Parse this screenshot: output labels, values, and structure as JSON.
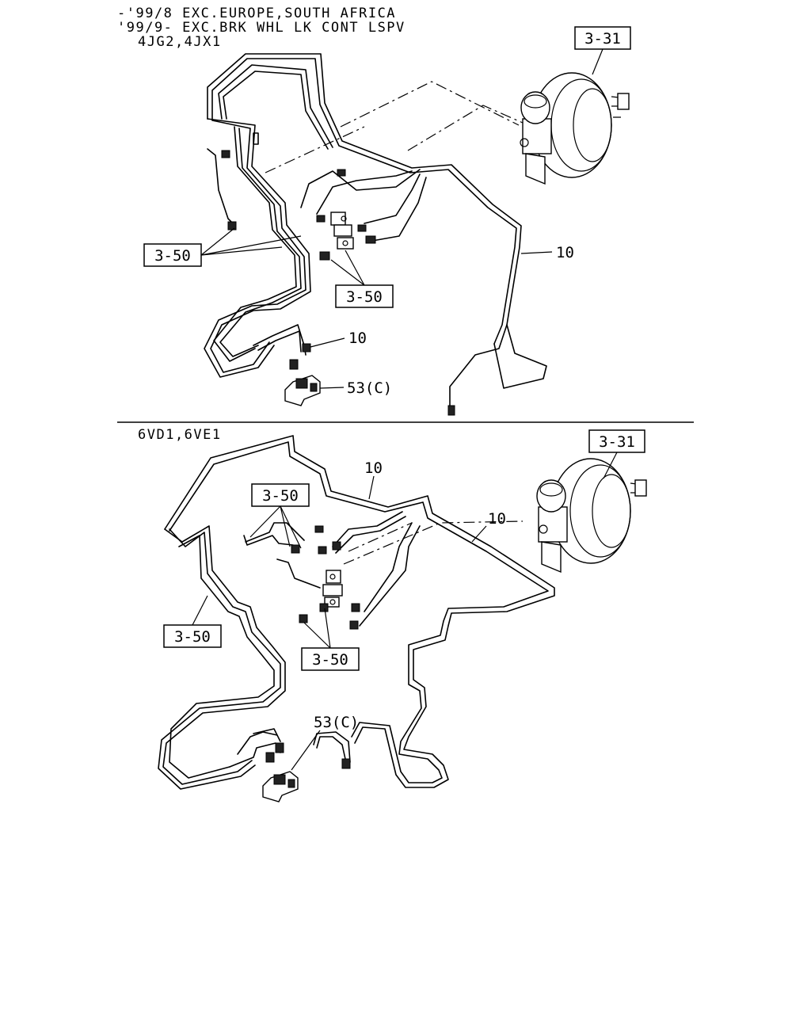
{
  "top": {
    "header_lines": [
      "-'99/8 EXC.EUROPE,SOUTH AFRICA",
      "'99/9- EXC.BRK WHL LK CONT LSPV",
      "4JG2,4JX1"
    ],
    "refs": {
      "booster": "3-31",
      "left_group": "3-50",
      "center_group": "3-50",
      "pipe_right": "10",
      "pipe_bottom": "10",
      "valve": "53(C)"
    }
  },
  "bottom": {
    "header_lines": [
      "6VD1,6VE1"
    ],
    "refs": {
      "booster": "3-31",
      "upper_group": "3-50",
      "left_group": "3-50",
      "lower_group": "3-50",
      "pipe_top": "10",
      "pipe_right": "10",
      "valve": "53(C)"
    }
  }
}
